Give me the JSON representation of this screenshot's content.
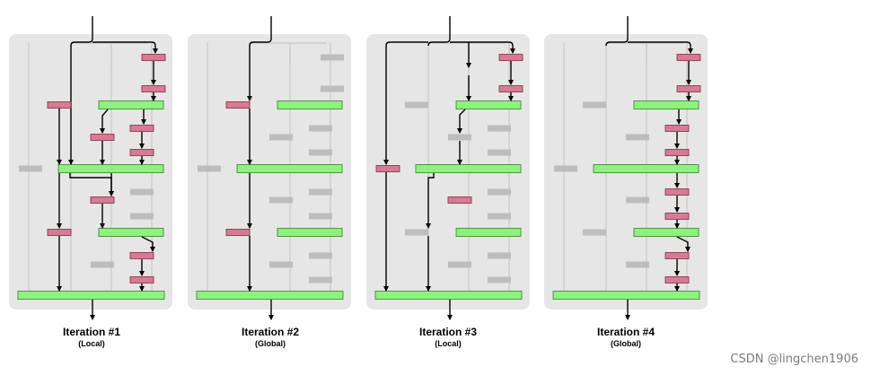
{
  "iterations": [
    {
      "title": "Iteration #1",
      "subtitle": "(Local)"
    },
    {
      "title": "Iteration #2",
      "subtitle": "(Global)"
    },
    {
      "title": "Iteration #3",
      "subtitle": "(Local)"
    },
    {
      "title": "Iteration #4",
      "subtitle": "(Global)"
    }
  ],
  "watermark": "CSDN @lingchen1906",
  "colors": {
    "panel": "#e6e6e6",
    "active_node": "#d87a93",
    "inactive_node": "#bdbdbd",
    "merge_bar": "#8ef27f",
    "active_edge": "#000000",
    "inactive_edge": "#c8c8c8"
  }
}
